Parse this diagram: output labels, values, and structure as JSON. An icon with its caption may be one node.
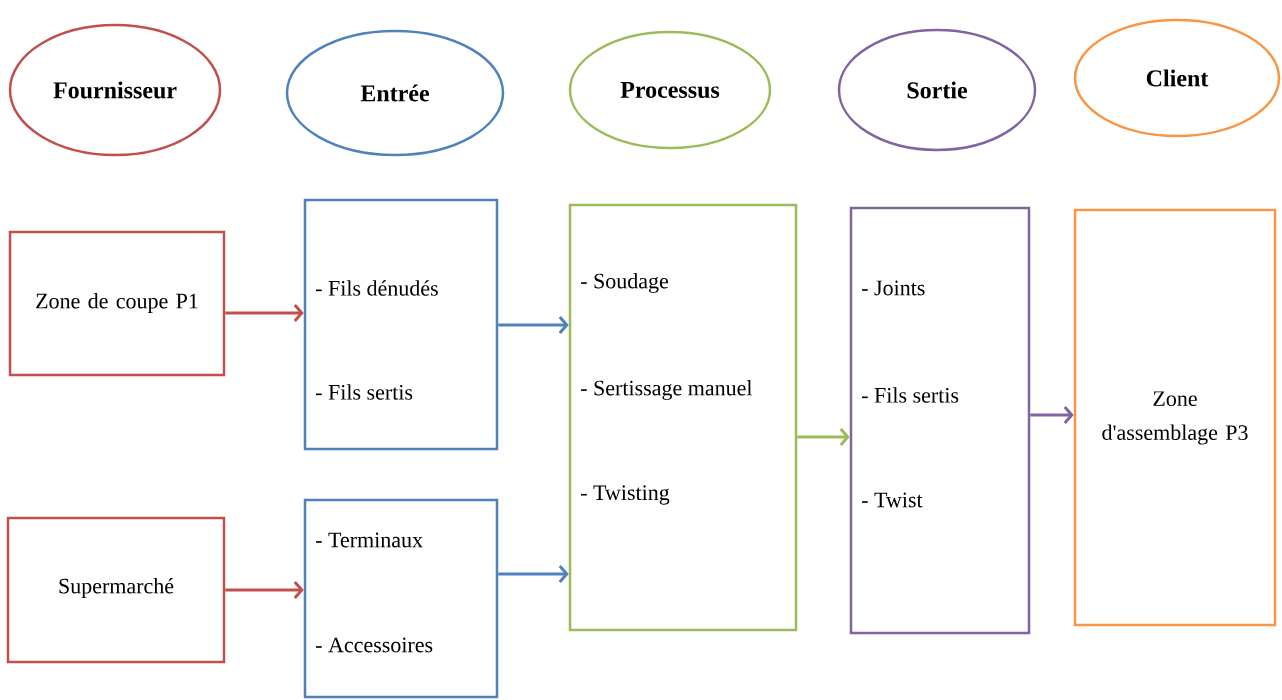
{
  "diagram": {
    "nodes": [
      {
        "text": [
          "Fournisseur"
        ]
      },
      {
        "text": [
          "Entrée"
        ]
      },
      {
        "text": [
          "Processus"
        ]
      },
      {
        "text": [
          "Sortie"
        ]
      },
      {
        "text": [
          "Client"
        ]
      },
      {
        "text": [
          "Zone de coupe P1"
        ]
      },
      {
        "text": [
          "Supermarché"
        ]
      },
      {
        "text": [
          "- Fils dénudés",
          "- Fils sertis"
        ]
      },
      {
        "text": [
          "- Terminaux",
          "- Accessoires"
        ]
      },
      {
        "text": [
          "- Soudage",
          "- Sertissage manuel",
          "- Twisting"
        ]
      },
      {
        "text": [
          "- Joints",
          "- Fils sertis",
          "- Twist"
        ]
      },
      {
        "text": [
          "Zone d'assemblage P3"
        ]
      }
    ],
    "edges": [
      {
        "from": 5,
        "to": 7,
        "arrow": "to",
        "color": "#c0504d"
      },
      {
        "from": 6,
        "to": 8,
        "arrow": "to",
        "color": "#c0504d"
      },
      {
        "from": 7,
        "to": 9,
        "arrow": "to",
        "color": "#4f81bd"
      },
      {
        "from": 8,
        "to": 9,
        "arrow": "to",
        "color": "#4f81bd"
      },
      {
        "from": 9,
        "to": 10,
        "arrow": "to",
        "color": "#9bbb59"
      },
      {
        "from": 10,
        "to": 11,
        "arrow": "to",
        "color": "#8064a2"
      }
    ]
  }
}
